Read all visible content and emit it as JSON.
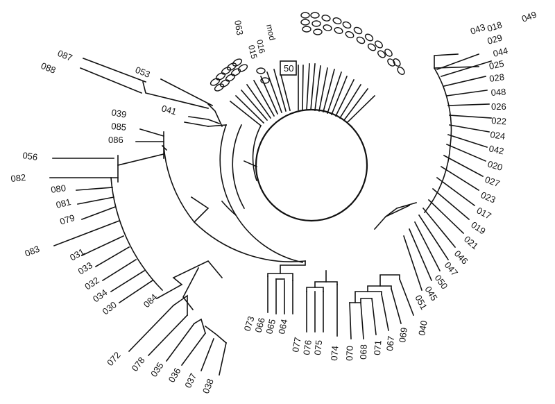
{
  "tree": {
    "root_text": "50",
    "labels_upper_left": [
      "087",
      "088",
      "053",
      "041",
      "039",
      "085",
      "086"
    ],
    "labels_left": [
      "056",
      "082",
      "080",
      "081",
      "079",
      "083",
      "031",
      "033",
      "032",
      "034",
      "030",
      "084"
    ],
    "labels_bottom_left": [
      "072",
      "078",
      "035",
      "036",
      "037",
      "038"
    ],
    "labels_bottom_center": [
      "073",
      "066",
      "065",
      "064",
      "077",
      "076",
      "075",
      "074",
      "070",
      "068",
      "071",
      "067",
      "069",
      "040"
    ],
    "labels_right": [
      "051",
      "045",
      "050",
      "047",
      "046",
      "021",
      "019",
      "017",
      "023",
      "027",
      "020",
      "042",
      "024",
      "022",
      "026",
      "048",
      "028",
      "025",
      "044",
      "029",
      "018"
    ],
    "labels_top_right": [
      "043",
      "049"
    ],
    "labels_top": [
      "063"
    ],
    "top_cluster_labels": [
      "mod",
      "016",
      "015"
    ],
    "label_colors": {
      "text": "#111111",
      "lines": "#111111"
    }
  }
}
